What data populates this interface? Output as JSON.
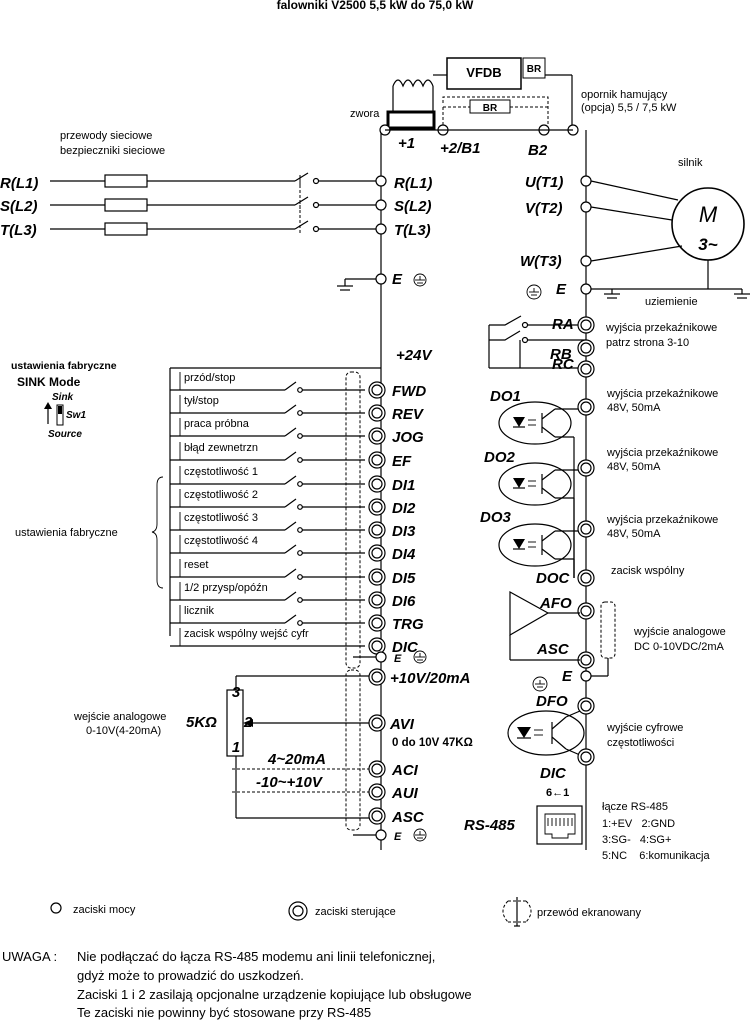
{
  "title": "falowniki V2500 5,5 kW do 75,0 kW",
  "top": {
    "vfdb": "VFDB",
    "br": "BR",
    "br2": "BR",
    "zwora": "zwora",
    "opornik": [
      "opornik hamujący",
      "(opcja) 5,5 / 7,5 kW"
    ],
    "plus1": "+1",
    "plus2": "+2/B1",
    "b2": "B2"
  },
  "mains": {
    "label1": "przewody sieciowe",
    "label2": "bezpieczniki sieciowe",
    "left": [
      "R(L1)",
      "S(L2)",
      "T(L3)"
    ],
    "right": [
      "R(L1)",
      "S(L2)",
      "T(L3)"
    ],
    "e": "E"
  },
  "motor": {
    "silnik": "silnik",
    "m": "M",
    "phase": "3~",
    "out": [
      "U(T1)",
      "V(T2)",
      "W(T3)"
    ],
    "e": "E",
    "uziemienie": "uziemienie"
  },
  "relay": {
    "terms": [
      "RA",
      "RB",
      "RC"
    ],
    "desc": [
      "wyjścia przekaźnikowe",
      "patrz strona 3-10"
    ]
  },
  "digital_out": {
    "labels": [
      "DO1",
      "DO2",
      "DO3"
    ],
    "desc1": "wyjścia przekaźnikowe",
    "desc2": "48V, 50mA",
    "doc": "DOC",
    "doc_desc": "zacisk wspólny"
  },
  "analog_out": {
    "afo": "AFO",
    "asc": "ASC",
    "desc1": "wyjście analogowe",
    "desc2": "DC 0-10VDC/2mA",
    "e": "E"
  },
  "pulse_out": {
    "dfo": "DFO",
    "dic": "DIC",
    "desc1": "wyjście cyfrowe",
    "desc2": "częstotliwości"
  },
  "sink": {
    "factory": "ustawienia fabryczne",
    "mode": "SINK Mode",
    "sink": "Sink",
    "sw1": "Sw1",
    "source": "Source"
  },
  "inputs": {
    "plus24": "+24V",
    "group_label": "ustawienia fabryczne",
    "items": [
      {
        "fn": "przód/stop",
        "term": "FWD"
      },
      {
        "fn": "tył/stop",
        "term": "REV"
      },
      {
        "fn": "praca  próbna",
        "term": "JOG"
      },
      {
        "fn": "błąd zewnetrzn",
        "term": "EF"
      },
      {
        "fn": "częstotliwość 1",
        "term": "DI1"
      },
      {
        "fn": "częstotliwość 2",
        "term": "DI2"
      },
      {
        "fn": "częstotliwość 3",
        "term": "DI3"
      },
      {
        "fn": "częstotliwość 4",
        "term": "DI4"
      },
      {
        "fn": "reset",
        "term": "DI5"
      },
      {
        "fn": "1/2 przysp/opóźn",
        "term": "DI6"
      },
      {
        "fn": "licznik",
        "term": "TRG"
      },
      {
        "fn": "zacisk wspólny wejść cyfr",
        "term": "DIC"
      }
    ],
    "e": "E"
  },
  "analog_in": {
    "plus10": "+10V/20mA",
    "desc1": "wejście analogowe",
    "desc2": "0-10V(4-20mA)",
    "pot": "5KΩ",
    "pins": [
      "3",
      "2",
      "1"
    ],
    "avi": "AVI",
    "avi_range": "0  do 10V 47KΩ",
    "ma": "4~20mA",
    "v": "-10~+10V",
    "aci": "ACI",
    "aui": "AUI",
    "asc": "ASC",
    "e": "E"
  },
  "rs485": {
    "label": "RS-485",
    "pins_num": "6←1",
    "title": "łącze RS-485",
    "pins": [
      "1:+EV   2:GND",
      "3:SG-   4:SG+",
      "5:NC    6:komunikacja"
    ]
  },
  "legend": {
    "power": "zaciski mocy",
    "control": "zaciski sterujące",
    "shield": "przewód ekranowany"
  },
  "note": {
    "prefix": "UWAGA :",
    "lines": [
      "Nie podłączać do łącza RS-485 modemu ani linii telefonicznej,",
      "gdyż może to prowadzić do uszkodzeń.",
      "Zaciski 1 i 2 zasilają opcjonalne urządzenie kopiujące lub obsługowe",
      "Te zaciski nie powinny być stosowane przy RS-485"
    ]
  }
}
